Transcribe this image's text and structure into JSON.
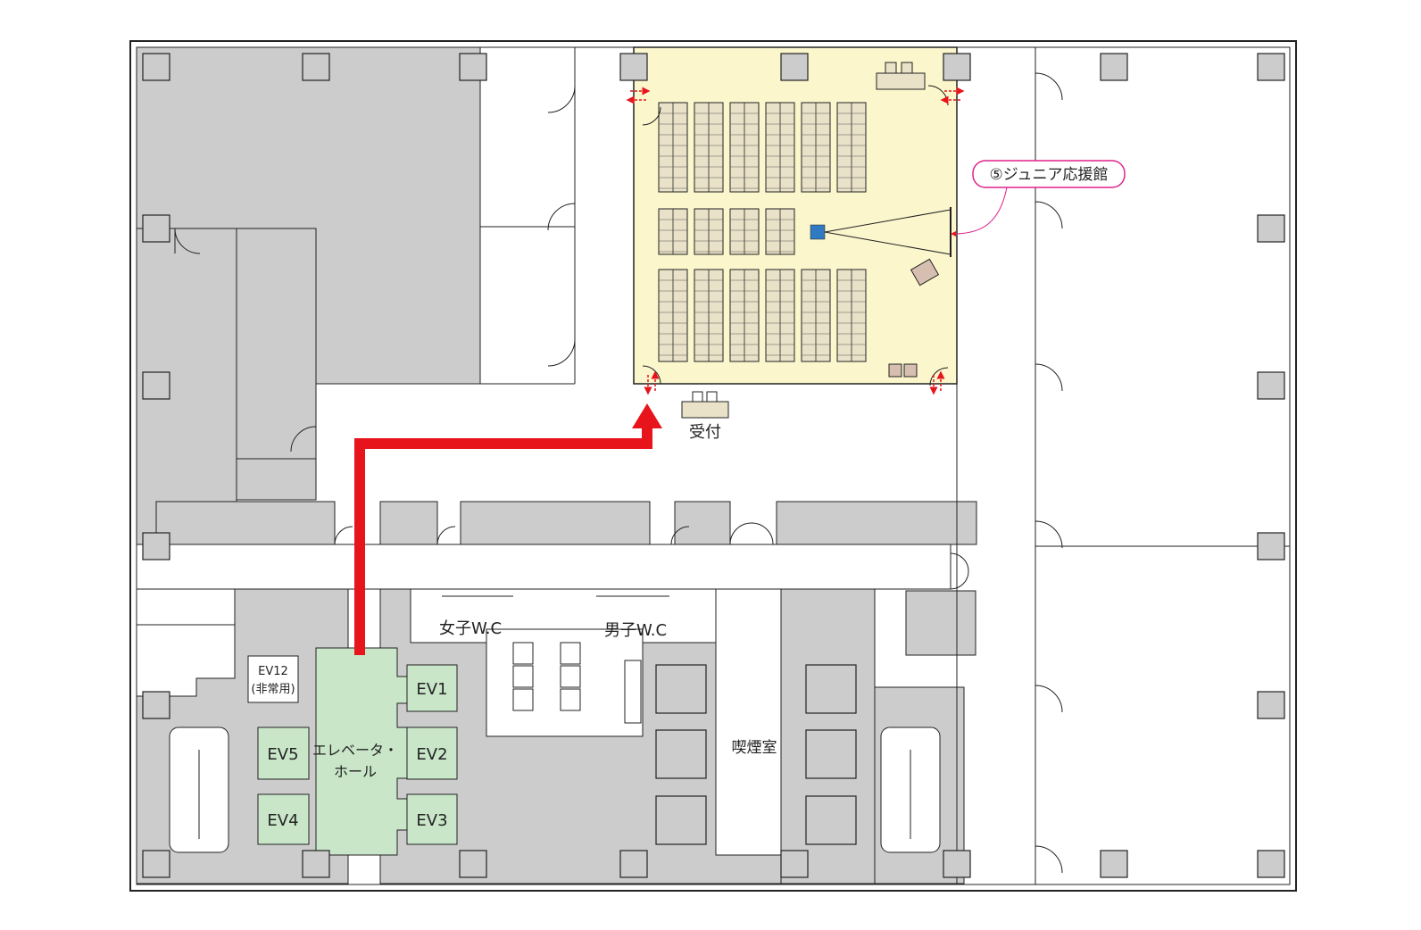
{
  "map": {
    "venue": {
      "label": "⑤ジュニア応援館",
      "highlight_color": "#fbf6cc",
      "label_color": "#e0218a"
    },
    "reception": {
      "label": "受付"
    },
    "elevator_hall": {
      "label_line1": "エレベータ・",
      "label_line2": "ホール",
      "color": "#c9e6c9"
    },
    "elevators": [
      "EV1",
      "EV2",
      "EV3",
      "EV4",
      "EV5"
    ],
    "service_elevator": {
      "line1": "EV12",
      "line2": "(非常用)"
    },
    "restrooms": {
      "women": "女子W.C",
      "men": "男子W.C"
    },
    "smoking_room": {
      "label": "喫煙室"
    },
    "route": {
      "color": "#e8141c"
    },
    "colors": {
      "room_gray": "#cccccc",
      "wall": "#222222",
      "table": "#e9e2c8",
      "projector": "#2f7ac0",
      "door_arrow": "#e8141c"
    },
    "icons": [
      "column-icon",
      "door-swing-icon",
      "stair-icon",
      "projector-icon",
      "screen-icon",
      "route-arrow-icon",
      "table-icon"
    ]
  }
}
